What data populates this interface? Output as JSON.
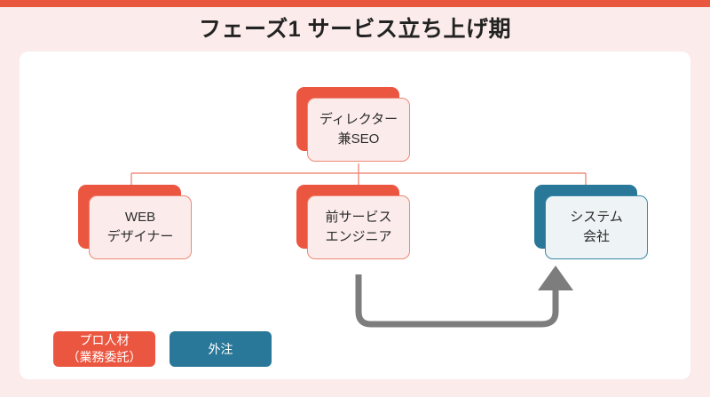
{
  "theme": {
    "accent_bar_color": "#e9573f",
    "page_background": "#fbeceb",
    "card_background": "#ffffff",
    "orange": "#eb5640",
    "orange_light_fill": "#fbeceb",
    "orange_border": "#ef8774",
    "teal": "#2a7899",
    "teal_light_fill": "#eef3f5",
    "teal_border": "#3b88a8",
    "connector_color": "#ef8d7c",
    "arrow_color": "#7d7d7d",
    "title_color": "#222222"
  },
  "header": {
    "title": "フェーズ1 サービス立ち上げ期"
  },
  "chart": {
    "type": "org-chart",
    "nodes": [
      {
        "id": "director",
        "label": "ディレクター\n兼SEO",
        "category": "pro",
        "level": 0
      },
      {
        "id": "web-designer",
        "label": "WEB\nデザイナー",
        "category": "pro",
        "level": 1
      },
      {
        "id": "service-engineer",
        "label": "前サービス\nエンジニア",
        "category": "pro",
        "level": 1
      },
      {
        "id": "system-company",
        "label": "システム\n会社",
        "category": "outsource",
        "level": 1
      }
    ],
    "edges": [
      {
        "from": "director",
        "to": "web-designer"
      },
      {
        "from": "director",
        "to": "service-engineer"
      },
      {
        "from": "director",
        "to": "system-company"
      }
    ],
    "flow_arrow": {
      "from": "service-engineer",
      "to": "system-company",
      "style": "u-shaped",
      "color": "#7d7d7d"
    }
  },
  "legend": {
    "items": [
      {
        "id": "pro",
        "label": "プロ人材\n（業務委託）",
        "color": "#eb5640"
      },
      {
        "id": "outsource",
        "label": "外注",
        "color": "#2a7899"
      }
    ]
  }
}
